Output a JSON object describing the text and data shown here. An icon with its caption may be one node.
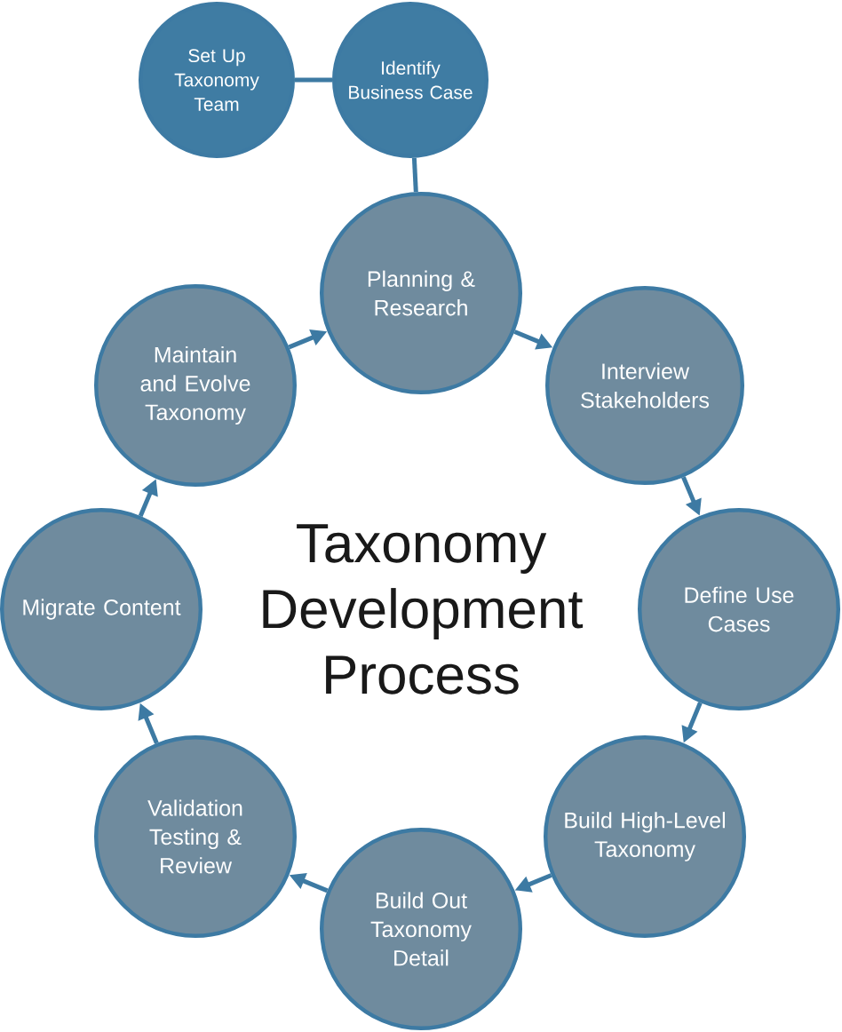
{
  "diagram": {
    "title": "Taxonomy Development Process",
    "nodes": [
      {
        "text": [
          "Set Up Taxonomy Team"
        ]
      },
      {
        "text": [
          "Identify Business Case"
        ]
      },
      {
        "text": [
          "Planning & Research"
        ]
      },
      {
        "text": [
          "Interview Stakeholders"
        ]
      },
      {
        "text": [
          "Define Use Cases"
        ]
      },
      {
        "text": [
          "Build High-Level Taxonomy"
        ]
      },
      {
        "text": [
          "Build Out Taxonomy Detail"
        ]
      },
      {
        "text": [
          "Validation Testing & Review"
        ]
      },
      {
        "text": [
          "Migrate Content"
        ]
      },
      {
        "text": [
          "Maintain and Evolve Taxonomy"
        ]
      }
    ],
    "edges": [
      {
        "from": 0,
        "to": 1,
        "arrow": "none"
      },
      {
        "from": 1,
        "to": 2,
        "arrow": "none"
      },
      {
        "from": 2,
        "to": 3,
        "arrow": "to"
      },
      {
        "from": 3,
        "to": 4,
        "arrow": "to"
      },
      {
        "from": 4,
        "to": 5,
        "arrow": "to"
      },
      {
        "from": 5,
        "to": 6,
        "arrow": "to"
      },
      {
        "from": 6,
        "to": 7,
        "arrow": "to"
      },
      {
        "from": 7,
        "to": 8,
        "arrow": "to"
      },
      {
        "from": 8,
        "to": 9,
        "arrow": "to"
      },
      {
        "from": 9,
        "to": 2,
        "arrow": "to"
      }
    ]
  }
}
